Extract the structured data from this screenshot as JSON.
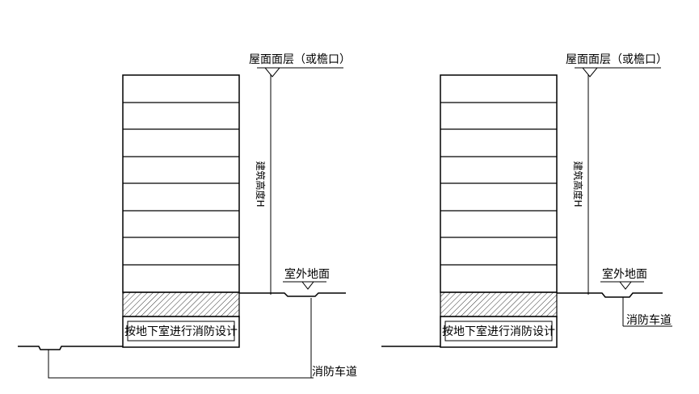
{
  "figures": [
    {
      "id": "left",
      "roof_label": "屋面面层（或檐口）",
      "height_label": "建筑高度H",
      "ground_label": "室外地面",
      "basement_label": "按地下室进行消防设计",
      "road_label": "消防车道"
    },
    {
      "id": "right",
      "roof_label": "屋面面层（或檐口）",
      "height_label": "建筑高度H",
      "ground_label": "室外地面",
      "basement_label": "按地下室进行消防设计",
      "road_label": "消防车道"
    }
  ],
  "colors": {
    "line": "#000000",
    "background": "#ffffff",
    "hatch": "#000000"
  }
}
